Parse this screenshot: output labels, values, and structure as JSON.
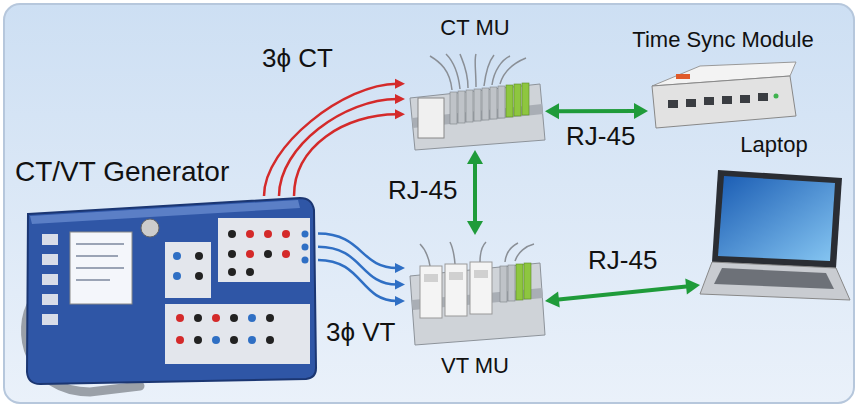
{
  "diagram": {
    "nodes": [
      {
        "text": [
          "CT MU"
        ]
      },
      {
        "text": [
          "Time Sync Module"
        ]
      },
      {
        "text": [
          "CT/VT Generator"
        ]
      },
      {
        "text": [
          "Laptop"
        ]
      },
      {
        "text": [
          "VT MU"
        ]
      }
    ],
    "edges": [
      {
        "from": 2,
        "to": 0,
        "arrow": "to",
        "label": "3ϕ CT"
      },
      {
        "from": 2,
        "to": 0,
        "arrow": "to"
      },
      {
        "from": 2,
        "to": 0,
        "arrow": "to"
      },
      {
        "from": 2,
        "to": 4,
        "arrow": "to",
        "label": "3ϕ VT"
      },
      {
        "from": 2,
        "to": 4,
        "arrow": "to"
      },
      {
        "from": 2,
        "to": 4,
        "arrow": "to"
      },
      {
        "from": 0,
        "to": 1,
        "arrow": "both",
        "label": "RJ-45"
      },
      {
        "from": 0,
        "to": 4,
        "arrow": "both",
        "label": "RJ-45"
      },
      {
        "from": 4,
        "to": 3,
        "arrow": "both",
        "label": "RJ-45"
      }
    ]
  }
}
